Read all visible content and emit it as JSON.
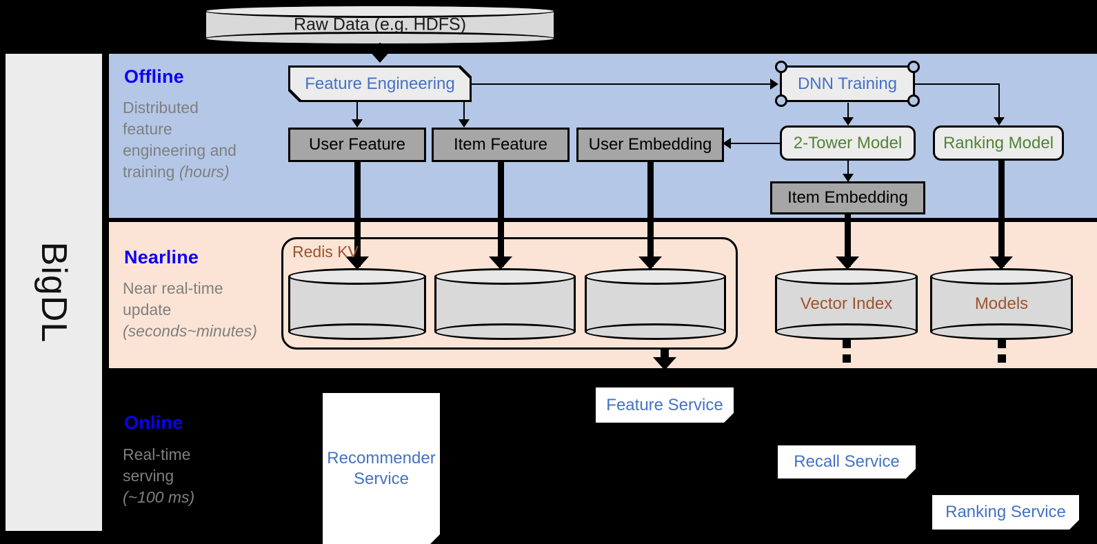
{
  "sidebar": {
    "label": "BigDL"
  },
  "source": {
    "label": "Raw Data (e.g. HDFS)"
  },
  "bands": {
    "offline": {
      "title": "Offline",
      "subtitle_line1": "Distributed",
      "subtitle_line2": "feature",
      "subtitle_line3": "engineering and",
      "subtitle_line4": "training ",
      "subtitle_italic": "(hours)"
    },
    "nearline": {
      "title": "Nearline",
      "subtitle_line1": "Near real-time",
      "subtitle_line2": "update",
      "subtitle_italic": "(seconds~minutes)"
    },
    "online": {
      "title": "Online",
      "subtitle_line1": "Real-time",
      "subtitle_line2": "serving",
      "subtitle_italic": "(~100 ms)"
    }
  },
  "offline_nodes": {
    "feature_engineering": "Feature Engineering",
    "dnn_training": "DNN Training",
    "two_tower_model": "2-Tower Model",
    "ranking_model": "Ranking Model",
    "user_feature": "User Feature",
    "item_feature": "Item Feature",
    "user_embedding": "User Embedding",
    "item_embedding": "Item Embedding"
  },
  "nearline_nodes": {
    "redis_kv": "Redis KV",
    "store_user_feature": "",
    "store_item_feature": "",
    "store_user_embedding": "",
    "vector_index": "Vector Index",
    "models": "Models"
  },
  "online_nodes": {
    "recommender_service_line1": "Recommender",
    "recommender_service_line2": "Service",
    "feature_service": "Feature Service",
    "recall_service": "Recall Service",
    "ranking_service": "Ranking Service"
  },
  "colors": {
    "offline_band": "#b4c7e7",
    "nearline_band": "#fbe4d5",
    "online_band": "#000000",
    "band_title": "#0b00f5",
    "band_subtitle": "#7f7f7f",
    "process_text_blue": "#4472c4",
    "model_text_green": "#548235",
    "store_text_brown": "#a0522d",
    "data_box_fill": "#a6a6a6",
    "process_box_fill": "#ececec",
    "cylinder_fill": "#d9d9d9",
    "sidebar_fill": "#ececec"
  }
}
